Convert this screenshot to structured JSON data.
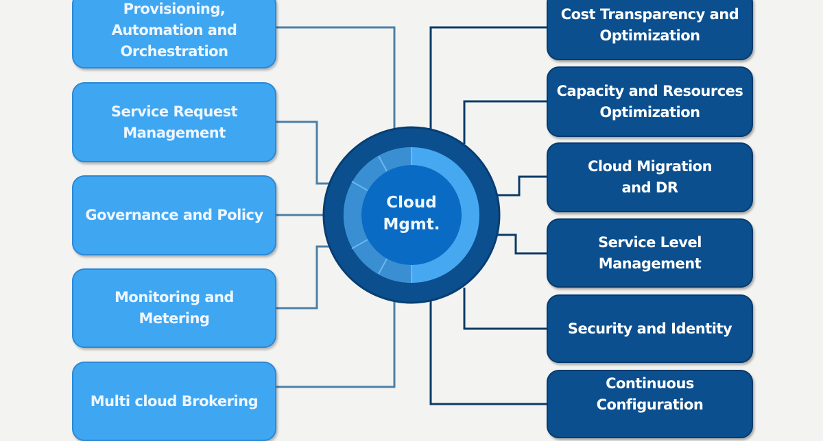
{
  "center": {
    "label": "Cloud\nMgmt."
  },
  "left_items": [
    {
      "label": "Provisioning,\nAutomation and\nOrchestration"
    },
    {
      "label": "Service Request\nManagement"
    },
    {
      "label": "Governance and Policy"
    },
    {
      "label": "Monitoring and\nMetering"
    },
    {
      "label": "Multi cloud Brokering"
    }
  ],
  "right_items": [
    {
      "label": "Cost Transparency and\nOptimization"
    },
    {
      "label": "Capacity and Resources\nOptimization"
    },
    {
      "label": "Cloud Migration\nand DR"
    },
    {
      "label": "Service Level\nManagement"
    },
    {
      "label": "Security and Identity"
    },
    {
      "label": "Continuous\nConfiguration"
    }
  ],
  "colors": {
    "left_box": "#3fa6f2",
    "right_box": "#0b4f8e",
    "core": "#0a6bc4",
    "outer_ring": "#0b4f8e"
  }
}
